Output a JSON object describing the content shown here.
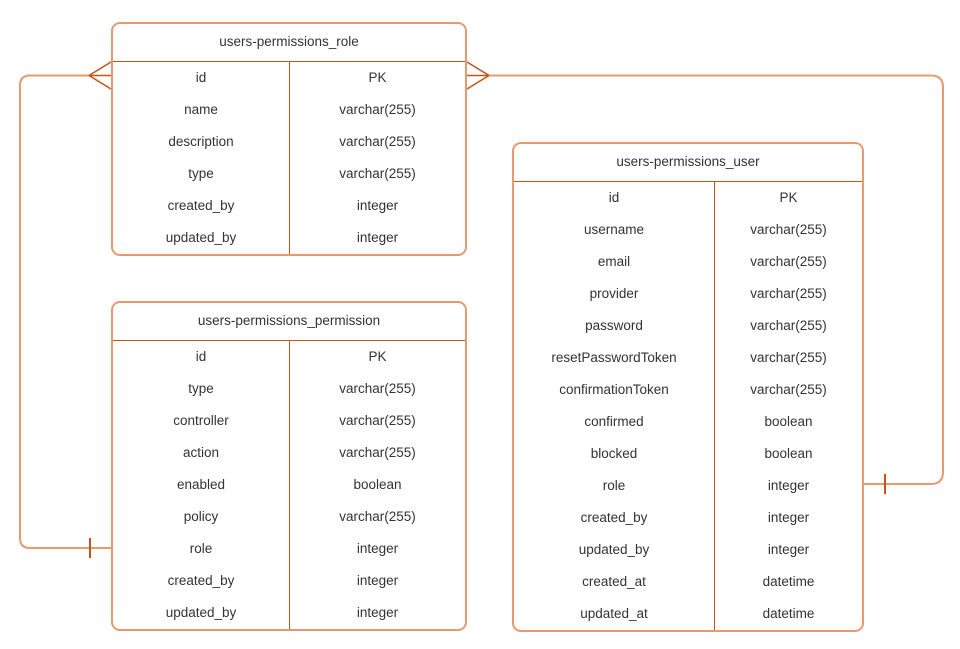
{
  "diagram": {
    "type": "entity-relationship",
    "tables": [
      {
        "name": "users-permissions_role",
        "fields": [
          {
            "name": "id",
            "type": "PK"
          },
          {
            "name": "name",
            "type": "varchar(255)"
          },
          {
            "name": "description",
            "type": "varchar(255)"
          },
          {
            "name": "type",
            "type": "varchar(255)"
          },
          {
            "name": "created_by",
            "type": "integer"
          },
          {
            "name": "updated_by",
            "type": "integer"
          }
        ]
      },
      {
        "name": "users-permissions_permission",
        "fields": [
          {
            "name": "id",
            "type": "PK"
          },
          {
            "name": "type",
            "type": "varchar(255)"
          },
          {
            "name": "controller",
            "type": "varchar(255)"
          },
          {
            "name": "action",
            "type": "varchar(255)"
          },
          {
            "name": "enabled",
            "type": "boolean"
          },
          {
            "name": "policy",
            "type": "varchar(255)"
          },
          {
            "name": "role",
            "type": "integer"
          },
          {
            "name": "created_by",
            "type": "integer"
          },
          {
            "name": "updated_by",
            "type": "integer"
          }
        ]
      },
      {
        "name": "users-permissions_user",
        "fields": [
          {
            "name": "id",
            "type": "PK"
          },
          {
            "name": "username",
            "type": "varchar(255)"
          },
          {
            "name": "email",
            "type": "varchar(255)"
          },
          {
            "name": "provider",
            "type": "varchar(255)"
          },
          {
            "name": "password",
            "type": "varchar(255)"
          },
          {
            "name": "resetPasswordToken",
            "type": "varchar(255)"
          },
          {
            "name": "confirmationToken",
            "type": "varchar(255)"
          },
          {
            "name": "confirmed",
            "type": "boolean"
          },
          {
            "name": "blocked",
            "type": "boolean"
          },
          {
            "name": "role",
            "type": "integer"
          },
          {
            "name": "created_by",
            "type": "integer"
          },
          {
            "name": "updated_by",
            "type": "integer"
          },
          {
            "name": "created_at",
            "type": "datetime"
          },
          {
            "name": "updated_at",
            "type": "datetime"
          }
        ]
      }
    ],
    "relationships": [
      {
        "from_table": "users-permissions_role",
        "from_field": "id",
        "from_cardinality": "many",
        "to_table": "users-permissions_permission",
        "to_field": "role",
        "to_cardinality": "one"
      },
      {
        "from_table": "users-permissions_role",
        "from_field": "id",
        "from_cardinality": "many",
        "to_table": "users-permissions_user",
        "to_field": "role",
        "to_cardinality": "one"
      }
    ],
    "colors": {
      "stroke_light": "#E69A6F",
      "stroke_dark": "#C25519",
      "text": "#333333",
      "background": "#FFFFFF"
    }
  }
}
